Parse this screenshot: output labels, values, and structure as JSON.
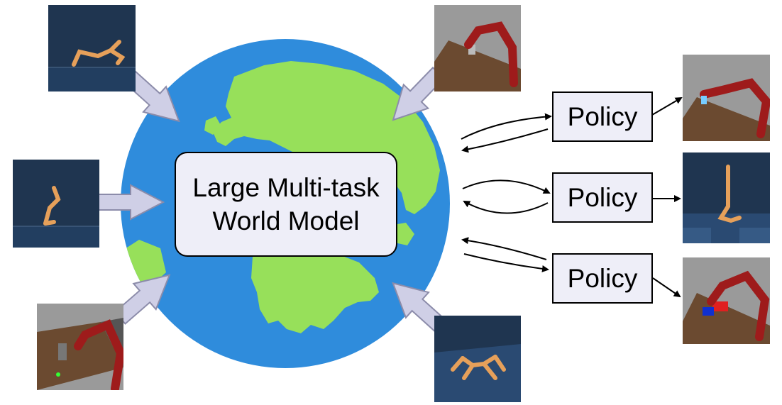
{
  "world_model": {
    "line1": "Large Multi-task",
    "line2": "World Model"
  },
  "policies": [
    {
      "label": "Policy"
    },
    {
      "label": "Policy"
    },
    {
      "label": "Policy"
    }
  ],
  "colors": {
    "ocean": "#2f8cdc",
    "land": "#97e05a",
    "input_arrow_fill": "#cfcfe6",
    "input_arrow_stroke": "#8c8caa",
    "box_fill": "#eeeef8",
    "robot_arm": "#9e1b1b",
    "agent_body": "#e6a05a",
    "sim_sky": "#1f3550"
  },
  "thumbnails": [
    {
      "icon": "half-cheetah-env-icon"
    },
    {
      "icon": "hopper-env-icon"
    },
    {
      "icon": "robot-arm-env-icon"
    },
    {
      "icon": "robot-arm-env-icon"
    },
    {
      "icon": "quadruped-env-icon"
    },
    {
      "icon": "robot-arm-env-icon"
    },
    {
      "icon": "hopper-standing-env-icon"
    },
    {
      "icon": "robot-arm-push-env-icon"
    }
  ]
}
